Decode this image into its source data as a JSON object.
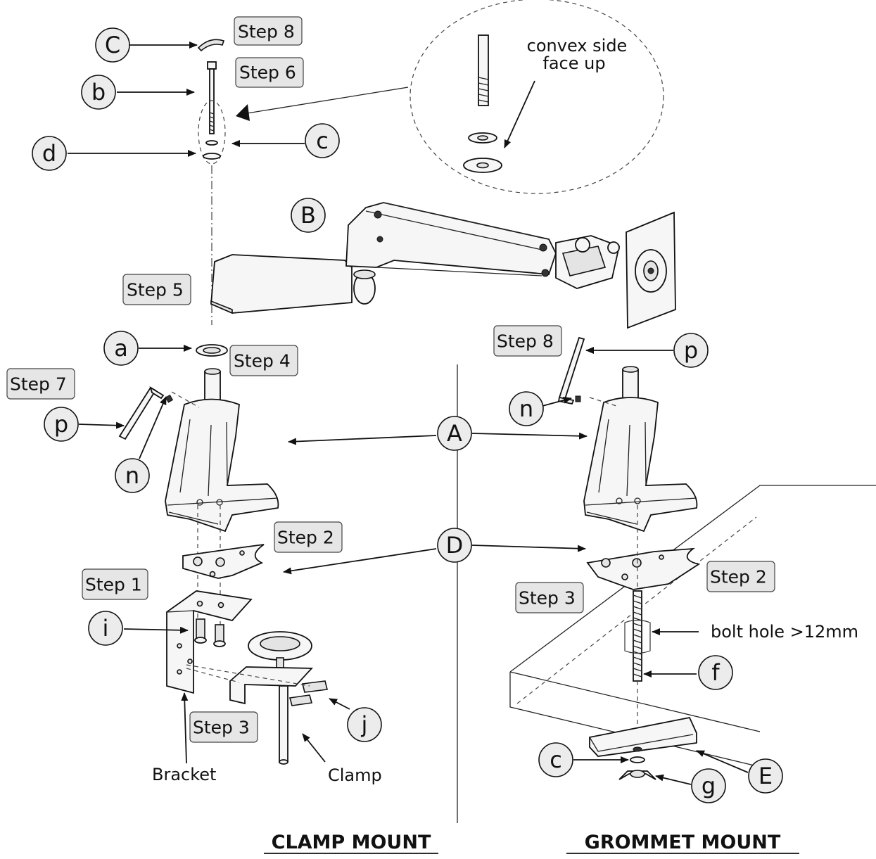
{
  "labels": {
    "C": "C",
    "b": "b",
    "d": "d",
    "c": "c",
    "B": "B",
    "a": "a",
    "p": "p",
    "n": "n",
    "A": "A",
    "D": "D",
    "i": "i",
    "j": "j",
    "f": "f",
    "E": "E",
    "g": "g"
  },
  "steps": {
    "step8": "Step 8",
    "step6": "Step 6",
    "step5": "Step 5",
    "step4": "Step 4",
    "step7": "Step 7",
    "step2": "Step 2",
    "step1": "Step 1",
    "step3": "Step 3"
  },
  "text": {
    "convex_line1": "convex side",
    "convex_line2": "face up",
    "bolt_hole": "bolt hole >12mm",
    "bracket": "Bracket",
    "clamp": "Clamp"
  },
  "titles": {
    "clamp_mount": "CLAMP MOUNT",
    "grommet_mount": "GROMMET MOUNT"
  }
}
